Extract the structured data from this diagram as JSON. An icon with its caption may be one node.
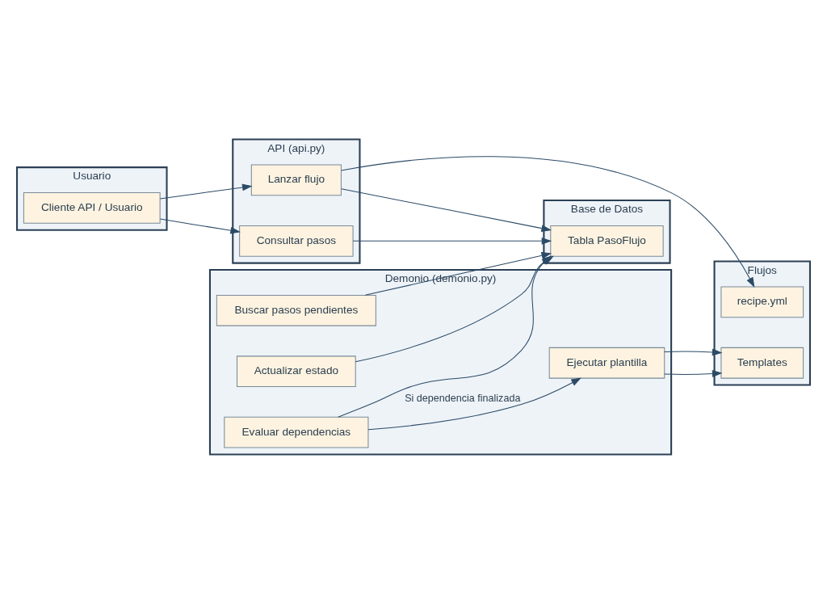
{
  "diagram": {
    "nodes": [
      {
        "text": [
          "Usuario"
        ]
      },
      {
        "text": [
          "Cliente API / Usuario"
        ],
        "in": 0
      },
      {
        "text": [
          "API (api.py)"
        ]
      },
      {
        "text": [
          "Lanzar flujo"
        ],
        "in": 2
      },
      {
        "text": [
          "Consultar pasos"
        ],
        "in": 2
      },
      {
        "text": [
          "Flujos"
        ]
      },
      {
        "text": [
          "recipe.yml"
        ],
        "in": 5
      },
      {
        "text": [
          "Templates"
        ],
        "in": 5
      },
      {
        "text": [
          "Demonio (demonio.py)"
        ]
      },
      {
        "text": [
          "Evaluar dependencias"
        ],
        "in": 8
      },
      {
        "text": [
          "Ejecutar plantilla"
        ],
        "in": 8
      },
      {
        "text": [
          "Buscar pasos pendientes"
        ],
        "in": 8
      },
      {
        "text": [
          "Actualizar estado"
        ],
        "in": 8
      },
      {
        "text": [
          "Base de Datos"
        ]
      },
      {
        "text": [
          "Tabla PasoFlujo"
        ],
        "in": 13
      }
    ],
    "edges": [
      {
        "from": 1,
        "to": 3,
        "arrow": "to"
      },
      {
        "from": 1,
        "to": 4,
        "arrow": "to"
      },
      {
        "from": 3,
        "to": 6,
        "arrow": "to"
      },
      {
        "from": 3,
        "to": 14,
        "arrow": "to"
      },
      {
        "from": 4,
        "to": 14,
        "arrow": "to"
      },
      {
        "from": 10,
        "to": 7,
        "arrow": "to"
      },
      {
        "from": 10,
        "to": 7,
        "arrow": "to"
      },
      {
        "from": 9,
        "to": 10,
        "arrow": "to",
        "label": "Si dependencia finalizada"
      },
      {
        "from": 11,
        "to": 14,
        "arrow": "to"
      },
      {
        "from": 9,
        "to": 14,
        "arrow": "to"
      },
      {
        "from": 12,
        "to": 14,
        "arrow": "to"
      }
    ]
  }
}
